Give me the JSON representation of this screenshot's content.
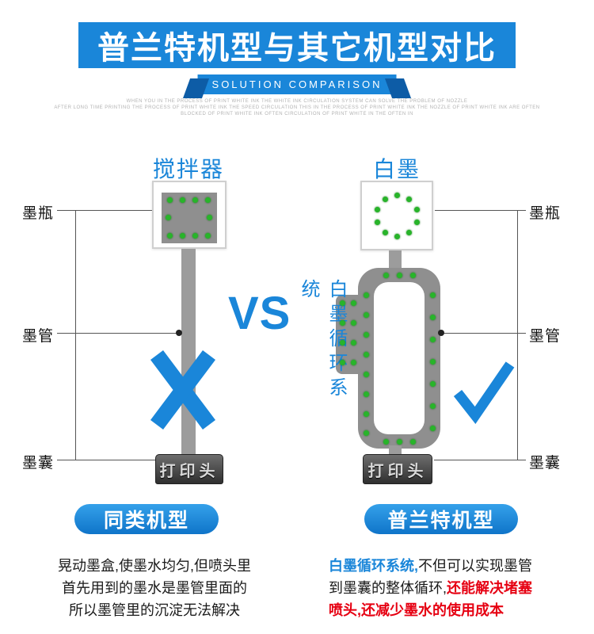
{
  "header": {
    "title": "普兰特机型与其它机型对比",
    "ribbon": "SOLUTION COMPARISON",
    "fine_print": [
      "WHEN YOU IN THE PROCESS OF PRINT WHITE INK THE WHITE INK CIRCULATION SYSTEM CAN SOLVE THE PROBLEM OF NOZZLE",
      "AFTER LONG TIME PRINTING THE PROCESS OF PRINT WHITE INK THE SPEED CIRCULATION THIS IN THE PROCESS OF PRINT WHITE INK THE NOZZLE OF PRINT WHITE INK ARE OFTEN",
      "BLOCKED OF PRINT WHITE INK OFTEN CIRCULATION OF PRINT WHITE IN THE OFTEN IN"
    ]
  },
  "vs": "VS",
  "left": {
    "top_label": "搅拌器",
    "printhead_label": "打印头",
    "labels": {
      "bottle": "墨瓶",
      "tube": "墨管",
      "sac": "墨囊"
    },
    "button": "同类机型",
    "desc_lines": [
      "晃动墨盒,使墨水均匀,但喷头里",
      "首先用到的墨水是墨管里面的",
      "所以墨管里的沉淀无法解决"
    ]
  },
  "right": {
    "top_label": "白墨",
    "system_label": "白墨循环系统",
    "printhead_label": "打印头",
    "labels": {
      "bottle": "墨瓶",
      "tube": "墨管",
      "sac": "墨囊"
    },
    "button": "普兰特机型",
    "desc_segments": [
      {
        "text": "白墨循环系统,",
        "style": "blue"
      },
      {
        "text": "不但可以实现墨管到墨囊的整体循环,",
        "style": "black"
      },
      {
        "text": "还能解决堵塞喷头,还减少墨水的使用成本",
        "style": "red"
      }
    ]
  },
  "colors": {
    "blue": "#1a86d9",
    "dark_blue": "#0d5ca6",
    "green": "#28b42a",
    "red": "#e60012"
  }
}
